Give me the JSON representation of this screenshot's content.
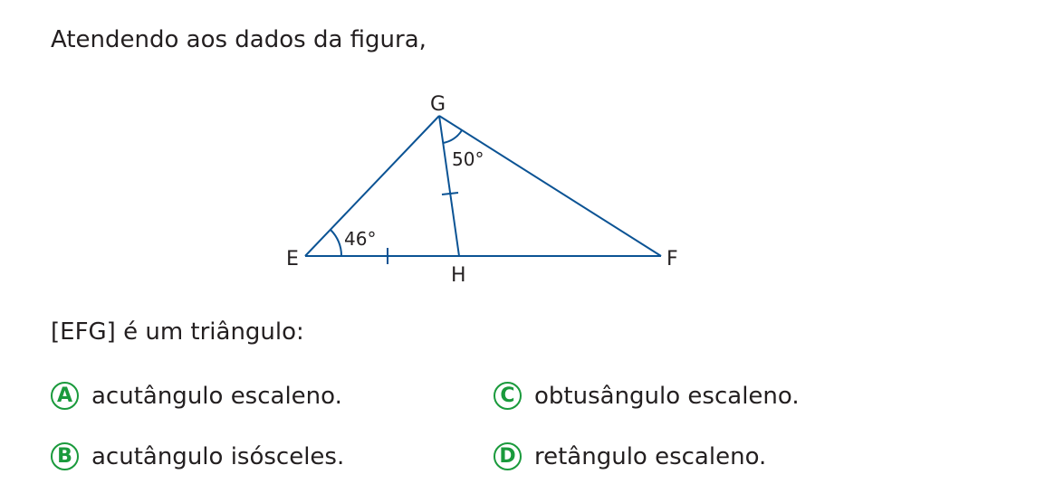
{
  "intro": "Atendendo aos dados da figura,",
  "figure": {
    "vertices": {
      "E": "E",
      "F": "F",
      "G": "G",
      "H": "H"
    },
    "angle_E": "46°",
    "angle_G": "50°",
    "line_color": "#0b5394"
  },
  "question": "[EFG]  é um triângulo:",
  "options": [
    {
      "letter": "A",
      "text": "acutângulo escaleno."
    },
    {
      "letter": "B",
      "text": "acutângulo isósceles."
    },
    {
      "letter": "C",
      "text": "obtusângulo escaleno."
    },
    {
      "letter": "D",
      "text": "retângulo escaleno."
    }
  ],
  "accent_color": "#1a9a3c"
}
